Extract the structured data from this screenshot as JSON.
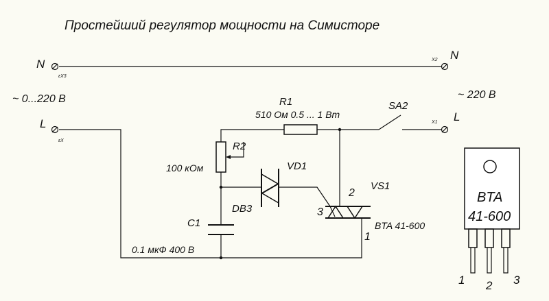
{
  "title": "Простейший регулятор мощности на Симисторе",
  "colors": {
    "ink": "#111111",
    "background": "#fbfbf3",
    "package_body": "#ffffff"
  },
  "terminals": {
    "n_left": {
      "label": "N",
      "pin": "ɛX3"
    },
    "n_right": {
      "label": "N",
      "pin": "X2"
    },
    "l_left": {
      "label": "L",
      "pin": "ɛX"
    },
    "l_right": {
      "label": "L",
      "pin": "X1"
    }
  },
  "voltage_in": "~ 0...220 В",
  "voltage_out": "~ 220 В",
  "components": {
    "r1": {
      "ref": "R1",
      "value": "510 Ом 0.5 ... 1 Вт"
    },
    "r2": {
      "ref": "R2",
      "value": "100 кОм"
    },
    "c1": {
      "ref": "C1",
      "value": "0.1 мкФ 400 В"
    },
    "vd1": {
      "ref": "VD1",
      "type": "DB3"
    },
    "vs1": {
      "ref": "VS1",
      "type": "BTA 41-600",
      "pin1": "1",
      "pin2": "2",
      "pin3": "3"
    },
    "sa2": {
      "ref": "SA2"
    }
  },
  "package": {
    "line1": "BTA",
    "line2": "41-600",
    "pins": [
      "1",
      "2",
      "3"
    ]
  }
}
